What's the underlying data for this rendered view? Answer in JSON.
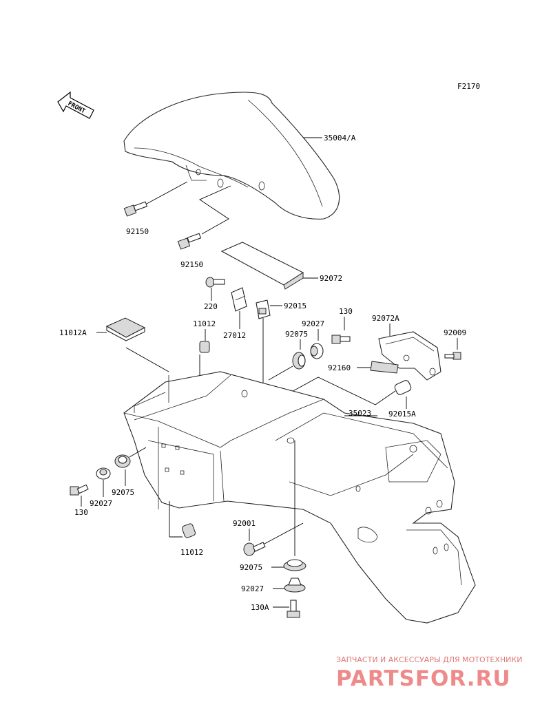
{
  "diagram_code": "F2170",
  "front_arrow_label": "FRONT",
  "part_labels": {
    "p35004A": "35004/A",
    "p92150a": "92150",
    "p92150b": "92150",
    "p92072": "92072",
    "p220": "220",
    "p92015": "92015",
    "p27012": "27012",
    "p11012A": "11012A",
    "p11012top": "11012",
    "p130top": "130",
    "p92027top": "92027",
    "p92075top": "92075",
    "p92072A": "92072A",
    "p92009": "92009",
    "p92160": "92160",
    "p92015A": "92015A",
    "p35023": "35023",
    "p130left": "130",
    "p92027left": "92027",
    "p92075left": "92075",
    "p11012bot": "11012",
    "p92001": "92001",
    "p92075bot": "92075",
    "p92027bot": "92027",
    "p130A": "130A"
  },
  "watermark": {
    "caption": "ЗАПЧАСТИ И АКСЕССУАРЫ ДЛЯ МОТОТЕХНИКИ",
    "brand": "PARTSFOR.RU"
  }
}
